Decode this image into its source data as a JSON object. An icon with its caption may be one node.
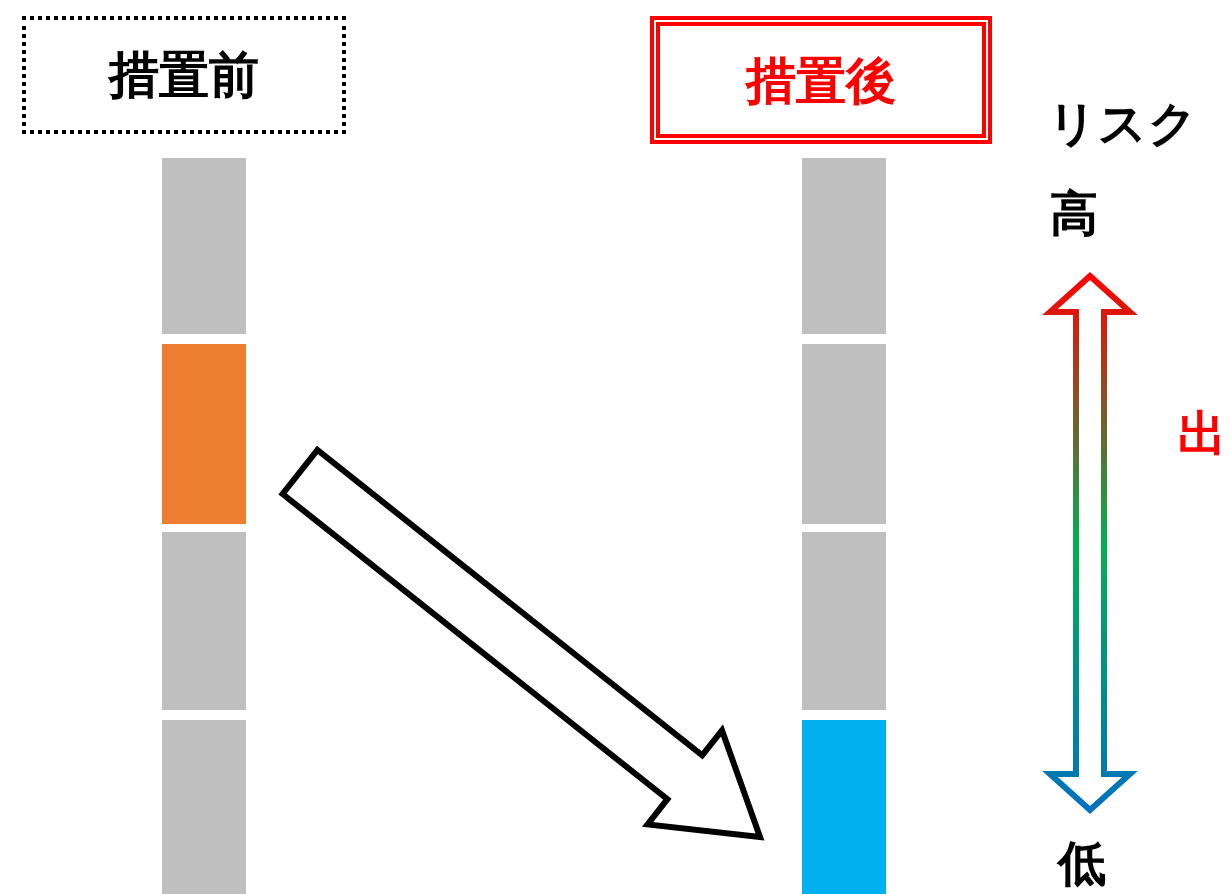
{
  "diagram": {
    "nodes": [
      {
        "text": [
          "措置前"
        ]
      },
      {
        "text": [
          "措置後"
        ]
      },
      {
        "text": [],
        "shape": "bar"
      },
      {
        "text": [],
        "shape": "bar"
      },
      {
        "text": [],
        "shape": "bar"
      },
      {
        "text": [],
        "shape": "bar"
      },
      {
        "text": [],
        "shape": "bar"
      },
      {
        "text": [],
        "shape": "bar"
      },
      {
        "text": [],
        "shape": "bar"
      },
      {
        "text": [],
        "shape": "bar"
      }
    ],
    "edges": [
      {
        "from": 3,
        "to": 9,
        "arrow": "to"
      }
    ],
    "labels": [
      "リスク",
      "高",
      "出",
      "低"
    ]
  }
}
